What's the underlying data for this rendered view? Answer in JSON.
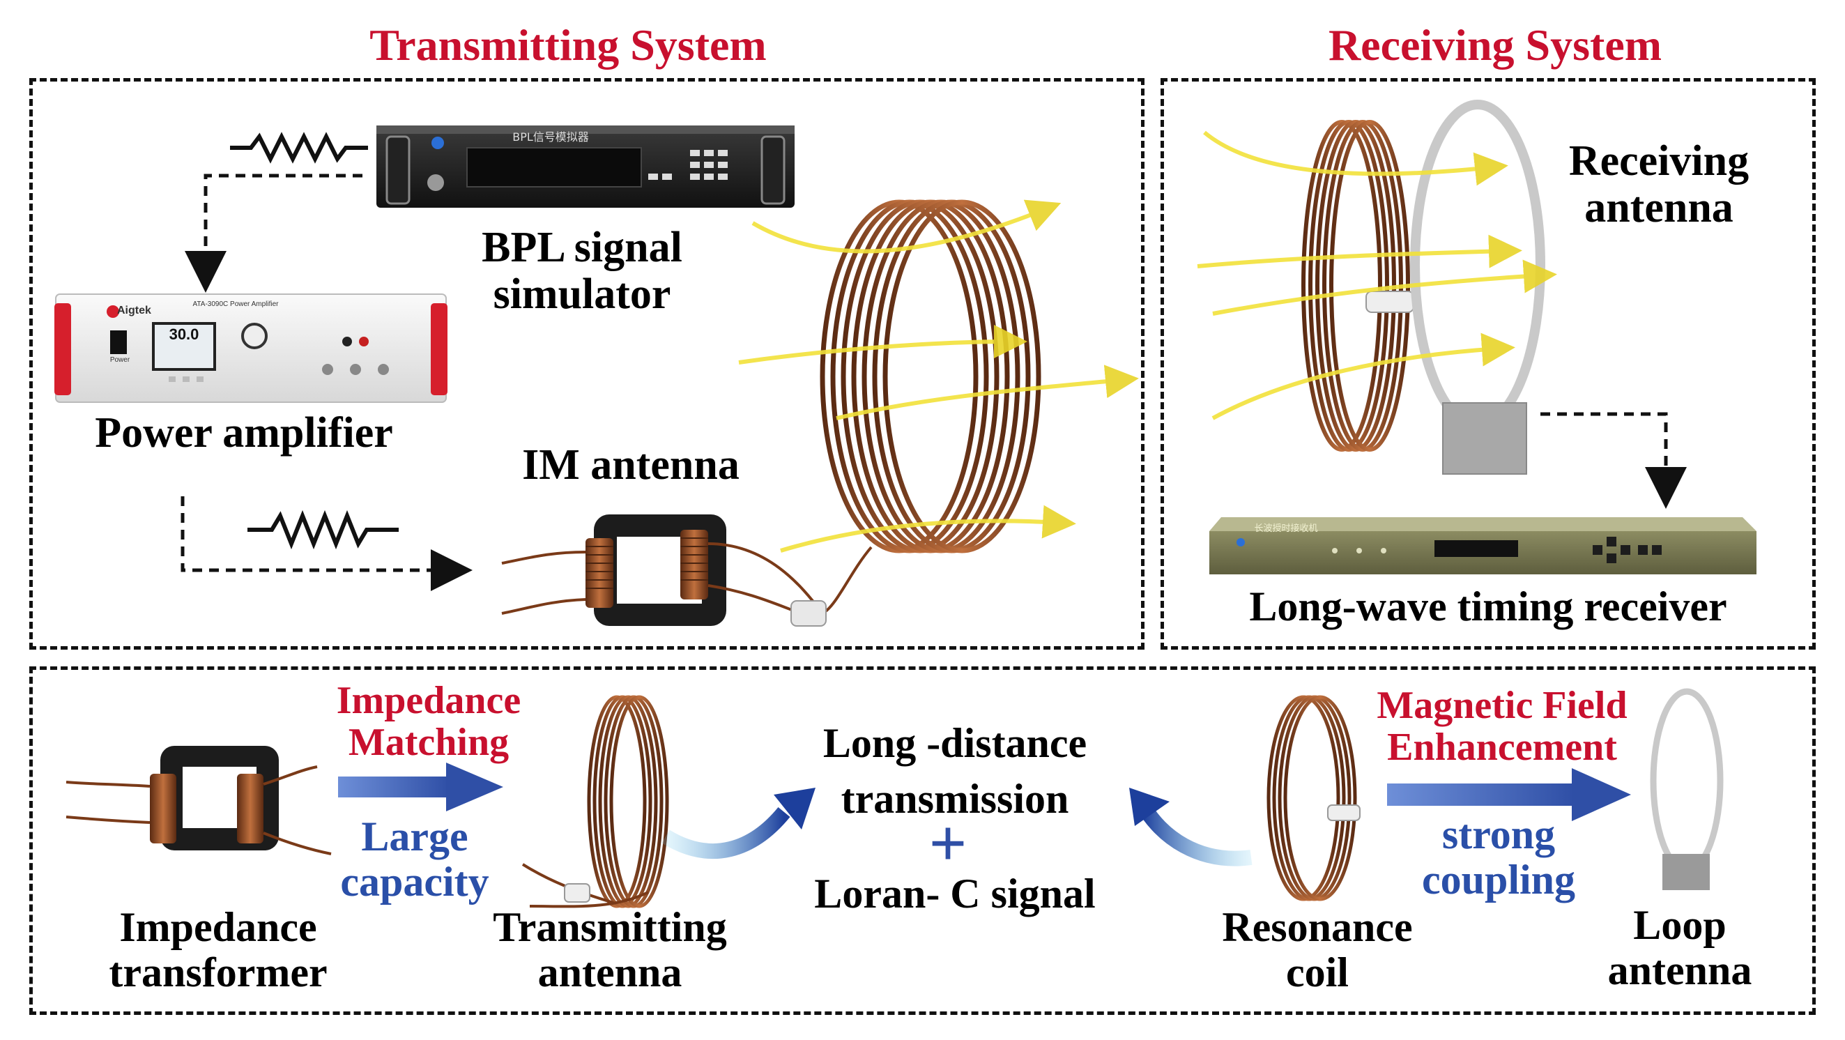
{
  "transmitting": {
    "title": "Transmitting System",
    "bpl_label_1": "BPL signal",
    "bpl_label_2": "simulator",
    "device_text": "BPL信号模拟器",
    "power_amp_label": "Power amplifier",
    "amp_brand": "Aigtek",
    "amp_model": "ATA-3090C Power Amplifier",
    "amp_display": "30.0",
    "amp_power": "Power",
    "im_antenna_label": "IM antenna"
  },
  "receiving": {
    "title": "Receiving System",
    "rx_antenna_1": "Receiving",
    "rx_antenna_2": "antenna",
    "receiver_label": "Long-wave timing receiver",
    "receiver_device_text": "长波授时接收机"
  },
  "bottom": {
    "impedance_matching_1": "Impedance",
    "impedance_matching_2": "Matching",
    "large_capacity_1": "Large",
    "large_capacity_2": "capacity",
    "impedance_transformer_1": "Impedance",
    "impedance_transformer_2": "transformer",
    "transmitting_antenna_1": "Transmitting",
    "transmitting_antenna_2": "antenna",
    "center_1": "Long -distance",
    "center_2": "transmission",
    "plus": "+",
    "center_3": "Loran- C signal",
    "resonance_coil_1": "Resonance",
    "resonance_coil_2": "coil",
    "magnetic_1": "Magnetic Field",
    "magnetic_2": "Enhancement",
    "strong_coupling_1": "strong",
    "strong_coupling_2": "coupling",
    "loop_antenna_1": "Loop",
    "loop_antenna_2": "antenna"
  },
  "colors": {
    "title_red": "#c8102e",
    "label_blue": "#2a4fa8",
    "copper": "#a0522d",
    "field_yellow": "#f2e23a",
    "arrow_blue": "#2f4fa6"
  }
}
